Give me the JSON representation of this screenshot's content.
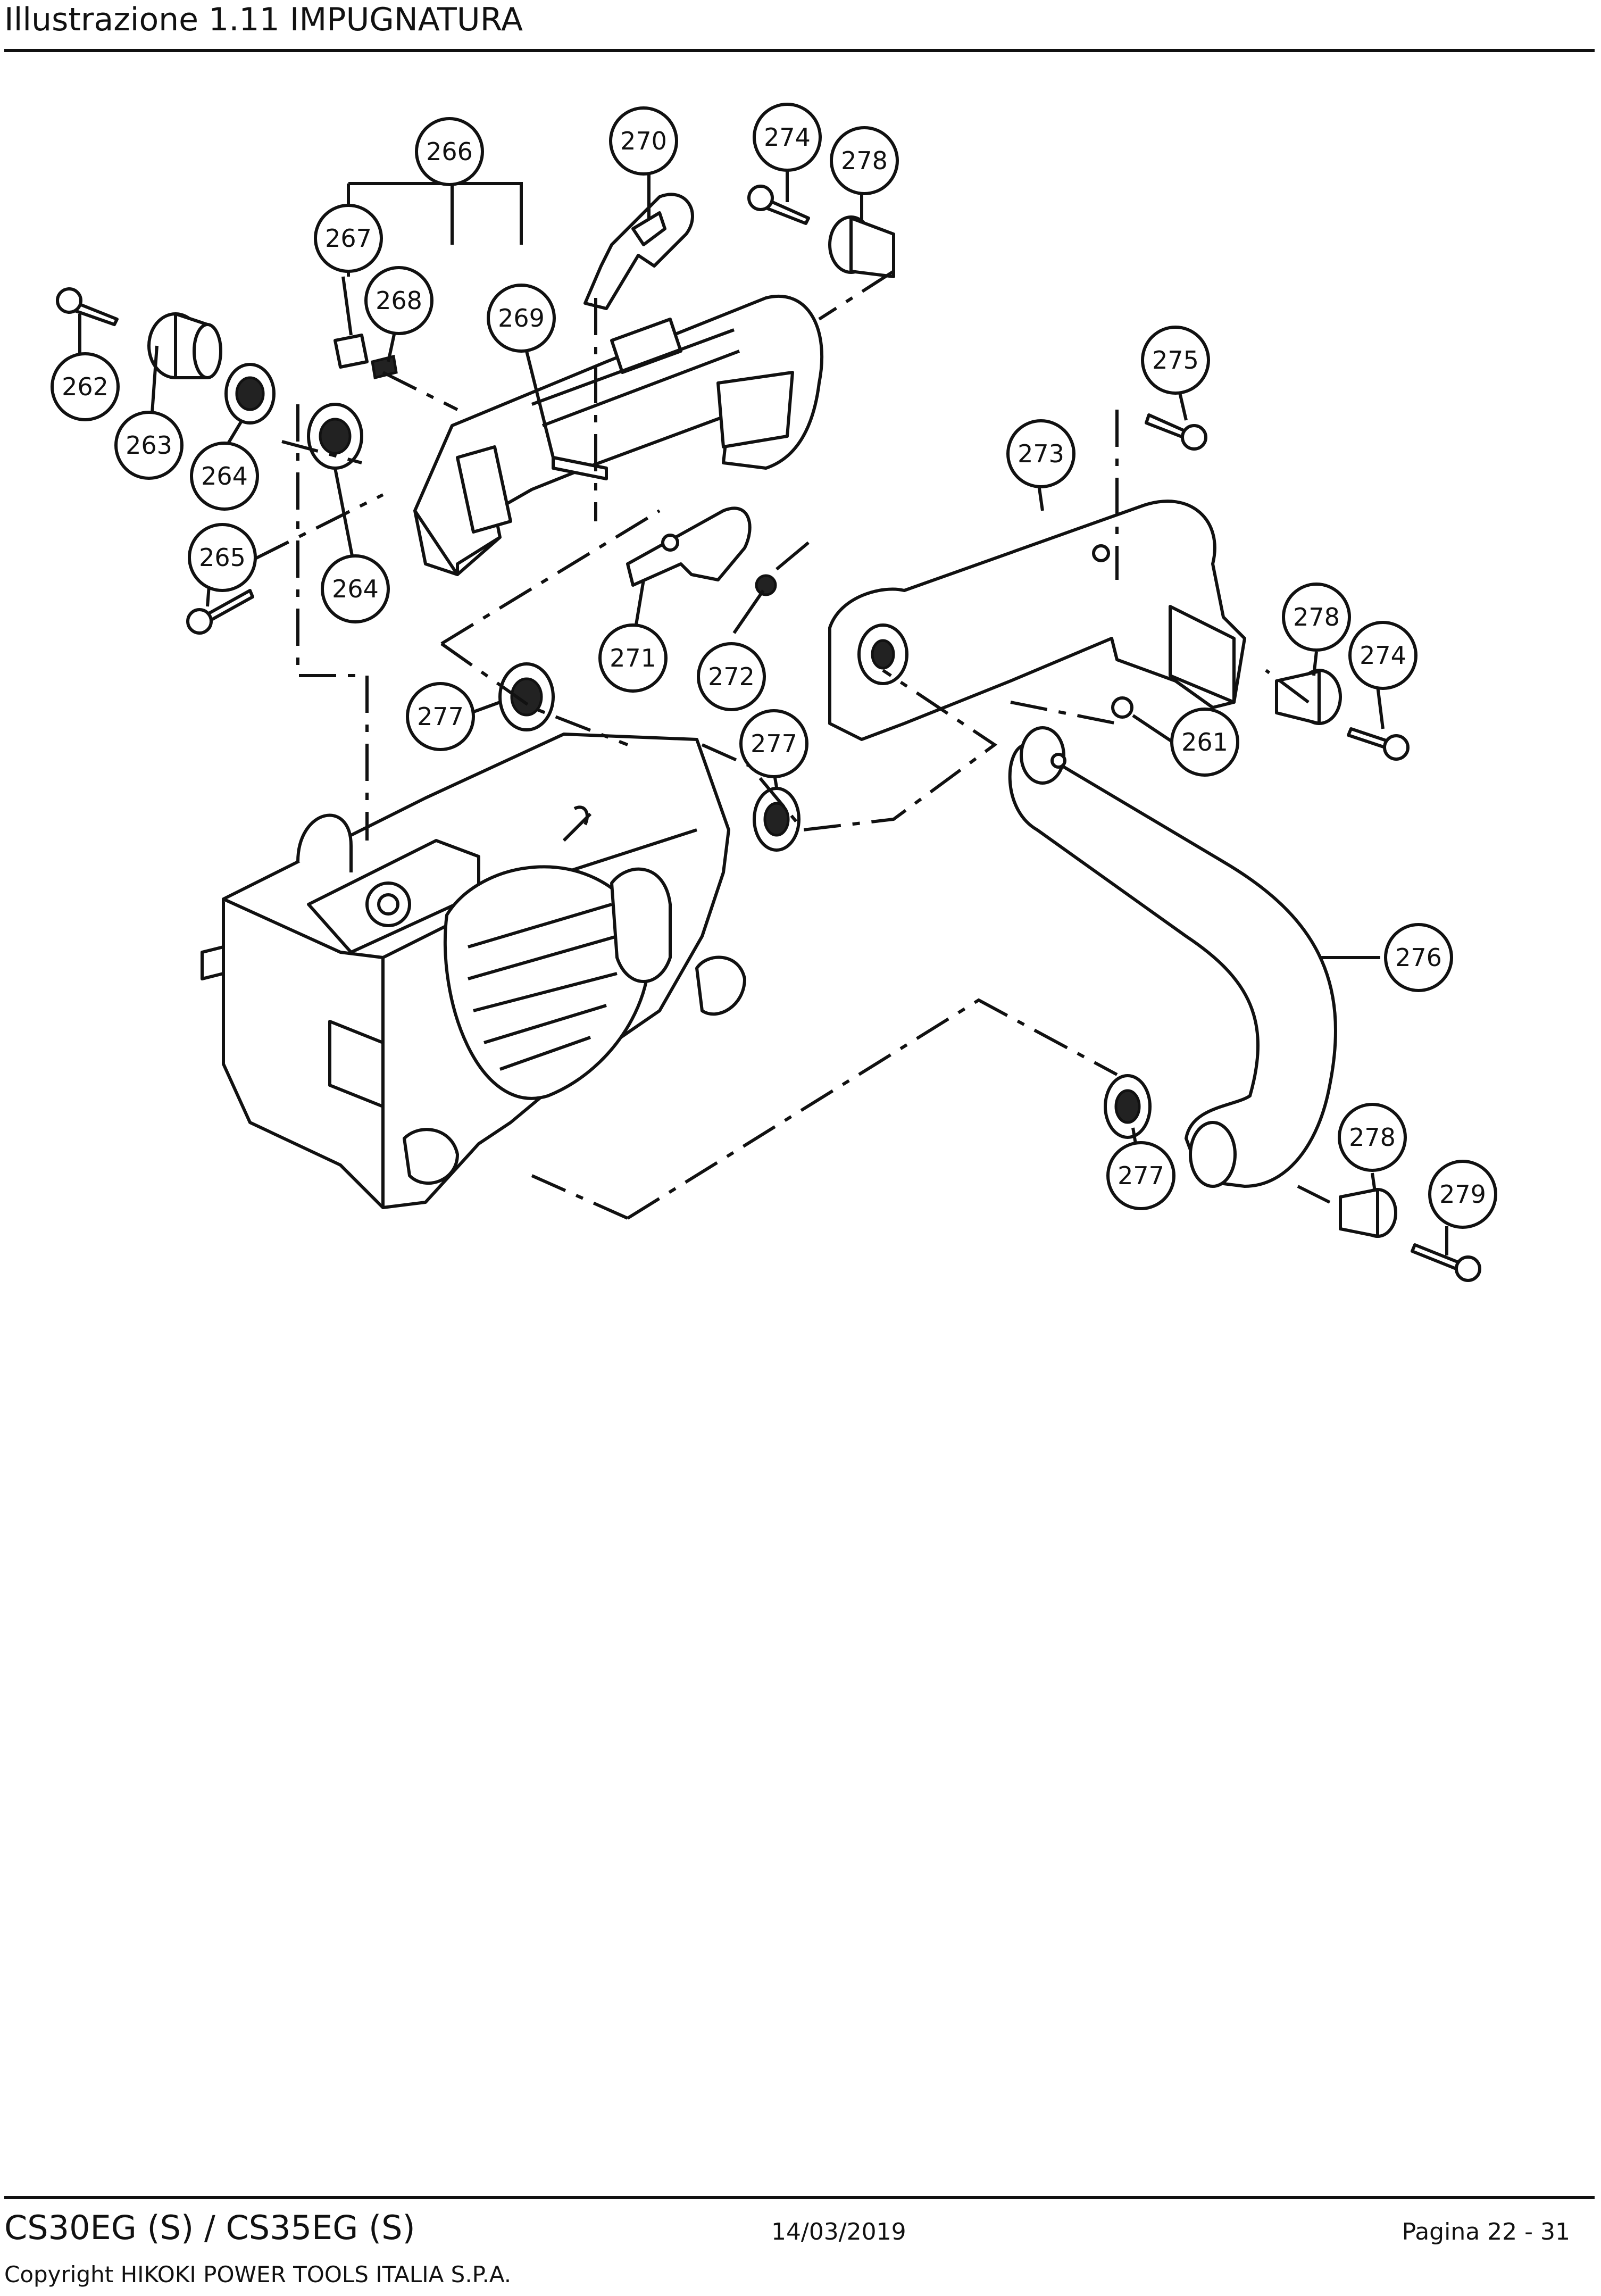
{
  "header": {
    "title": "Illustrazione  1.11 IMPUGNATURA"
  },
  "footer": {
    "model": "CS30EG (S) / CS35EG (S)",
    "date": "14/03/2019",
    "page": "Pagina 22 - 31",
    "copyright": "Copyright HIKOKI POWER TOOLS ITALIA S.P.A."
  },
  "callouts": [
    {
      "id": "c266",
      "label": "266"
    },
    {
      "id": "c270",
      "label": "270"
    },
    {
      "id": "c274a",
      "label": "274"
    },
    {
      "id": "c278a",
      "label": "278"
    },
    {
      "id": "c267",
      "label": "267"
    },
    {
      "id": "c268",
      "label": "268"
    },
    {
      "id": "c269",
      "label": "269"
    },
    {
      "id": "c262",
      "label": "262"
    },
    {
      "id": "c263",
      "label": "263"
    },
    {
      "id": "c264a",
      "label": "264"
    },
    {
      "id": "c265",
      "label": "265"
    },
    {
      "id": "c264b",
      "label": "264"
    },
    {
      "id": "c275",
      "label": "275"
    },
    {
      "id": "c273",
      "label": "273"
    },
    {
      "id": "c271",
      "label": "271"
    },
    {
      "id": "c272",
      "label": "272"
    },
    {
      "id": "c277a",
      "label": "277"
    },
    {
      "id": "c277b",
      "label": "277"
    },
    {
      "id": "c278b",
      "label": "278"
    },
    {
      "id": "c274b",
      "label": "274"
    },
    {
      "id": "c261",
      "label": "261"
    },
    {
      "id": "c276",
      "label": "276"
    },
    {
      "id": "c278c",
      "label": "278"
    },
    {
      "id": "c279",
      "label": "279"
    },
    {
      "id": "c277c",
      "label": "277"
    }
  ]
}
